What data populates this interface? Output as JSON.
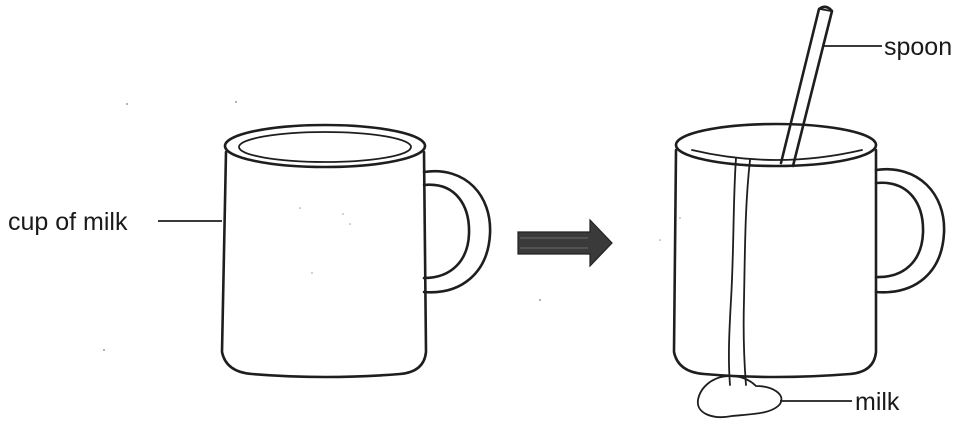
{
  "labels": {
    "cup_of_milk": "cup of milk",
    "spoon": "spoon",
    "milk": "milk"
  },
  "colors": {
    "line": "#1e1e1e",
    "arrow": "#3a3a3a",
    "background": "#ffffff"
  }
}
